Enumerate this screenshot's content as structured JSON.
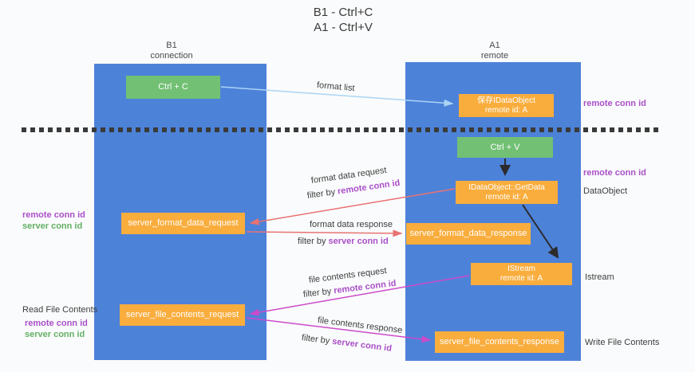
{
  "title": {
    "line1": "B1 - Ctrl+C",
    "line2": "A1 - Ctrl+V"
  },
  "columns": {
    "left": {
      "name": "B1",
      "sub": "connection"
    },
    "right": {
      "name": "A1",
      "sub": "remote"
    }
  },
  "boxes": {
    "ctrl_c": "Ctrl + C",
    "save_idataobject": {
      "line1": "保存IDataObject",
      "line2": "remote id: A"
    },
    "ctrl_v": "Ctrl + V",
    "getdata": {
      "line1": "IDataObject::GetData",
      "line2": "remote id: A"
    },
    "format_request": "server_format_data_request",
    "format_response": "server_format_data_response",
    "istream": {
      "line1": "IStream",
      "line2": "remote id: A"
    },
    "file_request": "server_file_contents_request",
    "file_response": "server_file_contents_response"
  },
  "edge_labels": {
    "format_list": "format list",
    "format_data_request": "format data request",
    "filter_remote_1": {
      "prefix": "filter by ",
      "highlight": "remote conn id"
    },
    "format_data_response": "format data response",
    "filter_server_1": {
      "prefix": "filter by ",
      "highlight": "server conn id"
    },
    "file_contents_request": "file contents request",
    "filter_remote_2": {
      "prefix": "filter by ",
      "highlight": "remote conn id"
    },
    "file_contents_response": "file contents response",
    "filter_server_2": {
      "prefix": "filter by ",
      "highlight": "server conn id"
    }
  },
  "side_labels": {
    "right_remote_conn_top": "remote conn id",
    "right_remote_conn_mid": "remote conn id",
    "dataobject": "DataObject",
    "istream": "Istream",
    "write_file_contents": "Write File Contents",
    "left_remote_conn_1": "remote conn id",
    "left_server_conn_1": "server conn id",
    "read_file_contents": "Read File Contents",
    "left_remote_conn_2": "remote conn id",
    "left_server_conn_2": "server conn id"
  },
  "colors": {
    "column_blue": "#4d82d9",
    "box_green": "#72c074",
    "box_orange": "#f9ad3d",
    "arrow_light_blue": "#a9d4f5",
    "arrow_red": "#e87272",
    "arrow_magenta": "#cb4bcb",
    "arrow_black": "#2b2b2b",
    "text_purple": "#aa4fc8",
    "text_green": "#63b163",
    "divider_dash": "#3a3a3a"
  }
}
